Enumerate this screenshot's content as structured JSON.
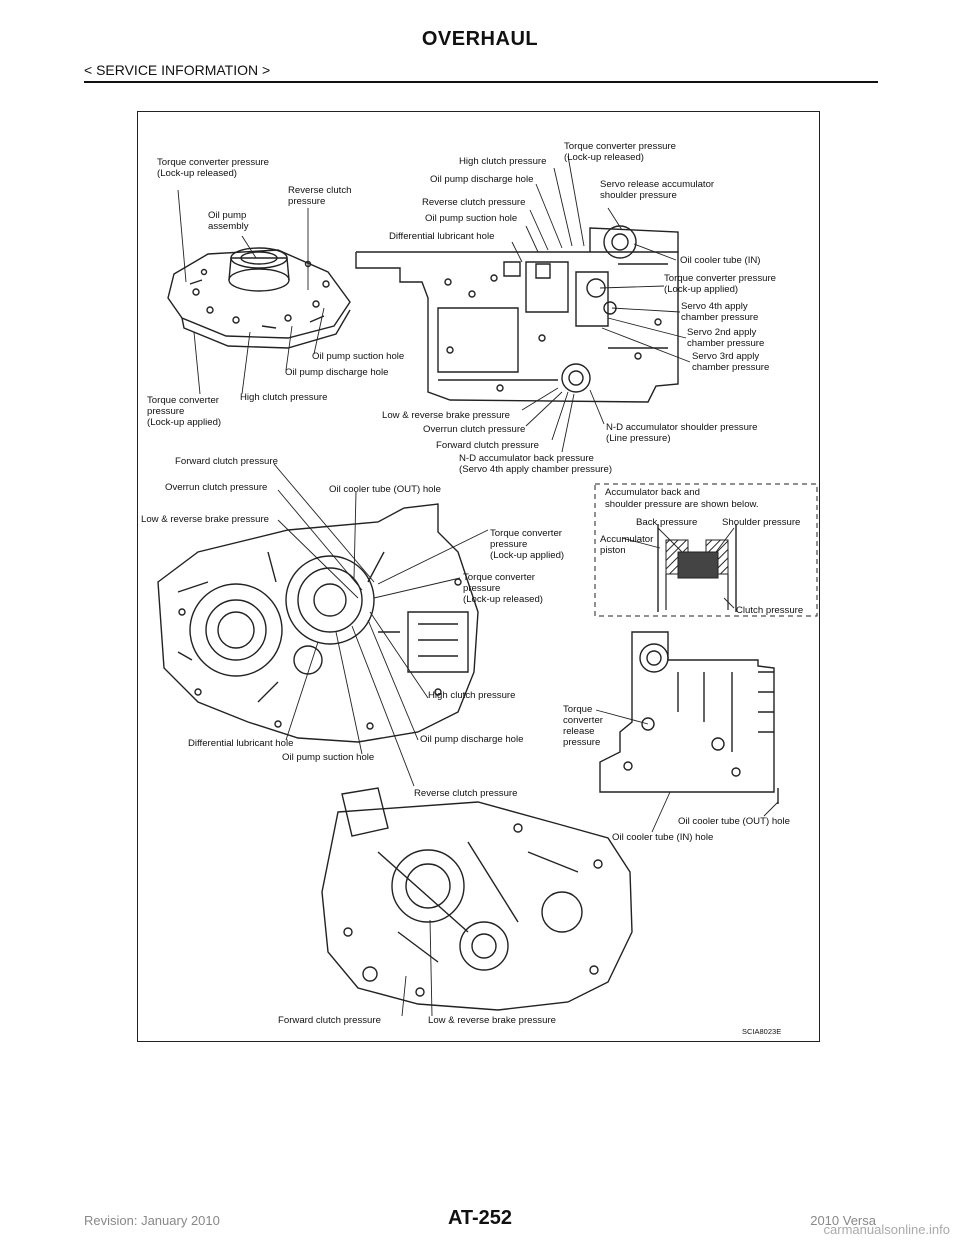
{
  "header": {
    "title": "OVERHAUL",
    "section": "< SERVICE INFORMATION >"
  },
  "figure": {
    "code": "SCIA8023E",
    "labels": {
      "tc_released_1": [
        "Torque converter pressure",
        "(Lock-up released)"
      ],
      "reverse_clutch_1": [
        "Reverse clutch",
        "pressure"
      ],
      "oil_pump_assembly": [
        "Oil pump",
        "assembly"
      ],
      "oil_pump_suction_1": "Oil pump suction hole",
      "oil_pump_discharge_1": "Oil pump discharge hole",
      "tc_applied_1": [
        "Torque converter",
        "pressure",
        "(Lock-up applied)"
      ],
      "high_clutch_1": "High clutch pressure",
      "tc_released_2": [
        "Torque converter pressure",
        "(Lock-up released)"
      ],
      "high_clutch_2": "High clutch pressure",
      "oil_pump_discharge_2": "Oil pump discharge hole",
      "servo_release": [
        "Servo release accumulator",
        "shoulder pressure"
      ],
      "reverse_clutch_2": "Reverse clutch pressure",
      "oil_pump_suction_2": "Oil pump suction hole",
      "diff_lubricant_1": "Differential lubricant hole",
      "oil_cooler_in_1": "Oil cooler tube (IN)",
      "tc_applied_2": [
        "Torque converter pressure",
        "(Lock-up applied)"
      ],
      "servo_4th": [
        "Servo 4th apply",
        "chamber pressure"
      ],
      "servo_2nd": [
        "Servo 2nd apply",
        "chamber pressure"
      ],
      "servo_3rd": [
        "Servo 3rd apply",
        "chamber pressure"
      ],
      "low_reverse_1": "Low & reverse brake pressure",
      "overrun_1": "Overrun clutch pressure",
      "forward_1": "Forward clutch pressure",
      "nd_shoulder": [
        "N-D accumulator shoulder pressure",
        "(Line pressure)"
      ],
      "nd_back": [
        "N-D accumulator back pressure",
        "(Servo 4th apply chamber pressure)"
      ],
      "forward_2": "Forward clutch pressure",
      "overrun_2": "Overrun clutch pressure",
      "oil_cooler_out_1": "Oil cooler tube (OUT) hole",
      "low_reverse_2": "Low & reverse brake pressure",
      "tc_applied_3": [
        "Torque converter",
        "pressure",
        "(Lock-up applied)"
      ],
      "tc_released_3": [
        "Torque converter",
        "pressure",
        "(Lock-up released)"
      ],
      "high_clutch_3": "High clutch pressure",
      "oil_pump_discharge_3": "Oil pump discharge hole",
      "diff_lubricant_2": "Differential lubricant hole",
      "oil_pump_suction_3": "Oil pump suction hole",
      "reverse_clutch_3": "Reverse clutch pressure",
      "accumulator_note": [
        "Accumulator back and",
        "shoulder pressure are shown below."
      ],
      "back_pressure": "Back pressure",
      "shoulder_pressure": "Shoulder pressure",
      "accumulator_piston": [
        "Accumulator",
        "piston"
      ],
      "clutch_pressure": "Clutch pressure",
      "tc_release": [
        "Torque",
        "converter",
        "release",
        "pressure"
      ],
      "oil_cooler_out_2": "Oil cooler tube (OUT) hole",
      "oil_cooler_in_2": "Oil cooler tube (IN) hole",
      "forward_3": "Forward clutch pressure",
      "low_reverse_3": "Low & reverse brake pressure"
    }
  },
  "footer": {
    "page_number": "AT-252",
    "revision": "Revision: January 2010",
    "model": "2010 Versa",
    "watermark": "carmanualsonline.info"
  }
}
